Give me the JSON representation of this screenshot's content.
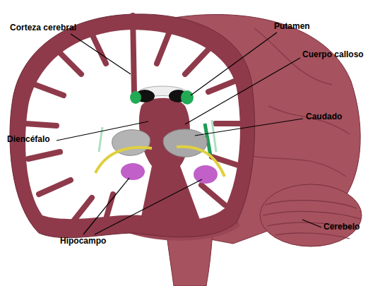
{
  "diagram": {
    "labels": [
      "Corteza cerebral",
      "Putamen",
      "Cuerpo calloso",
      "Caudado",
      "Diencéfalo",
      "Hipocampo",
      "Cerebelo"
    ]
  }
}
